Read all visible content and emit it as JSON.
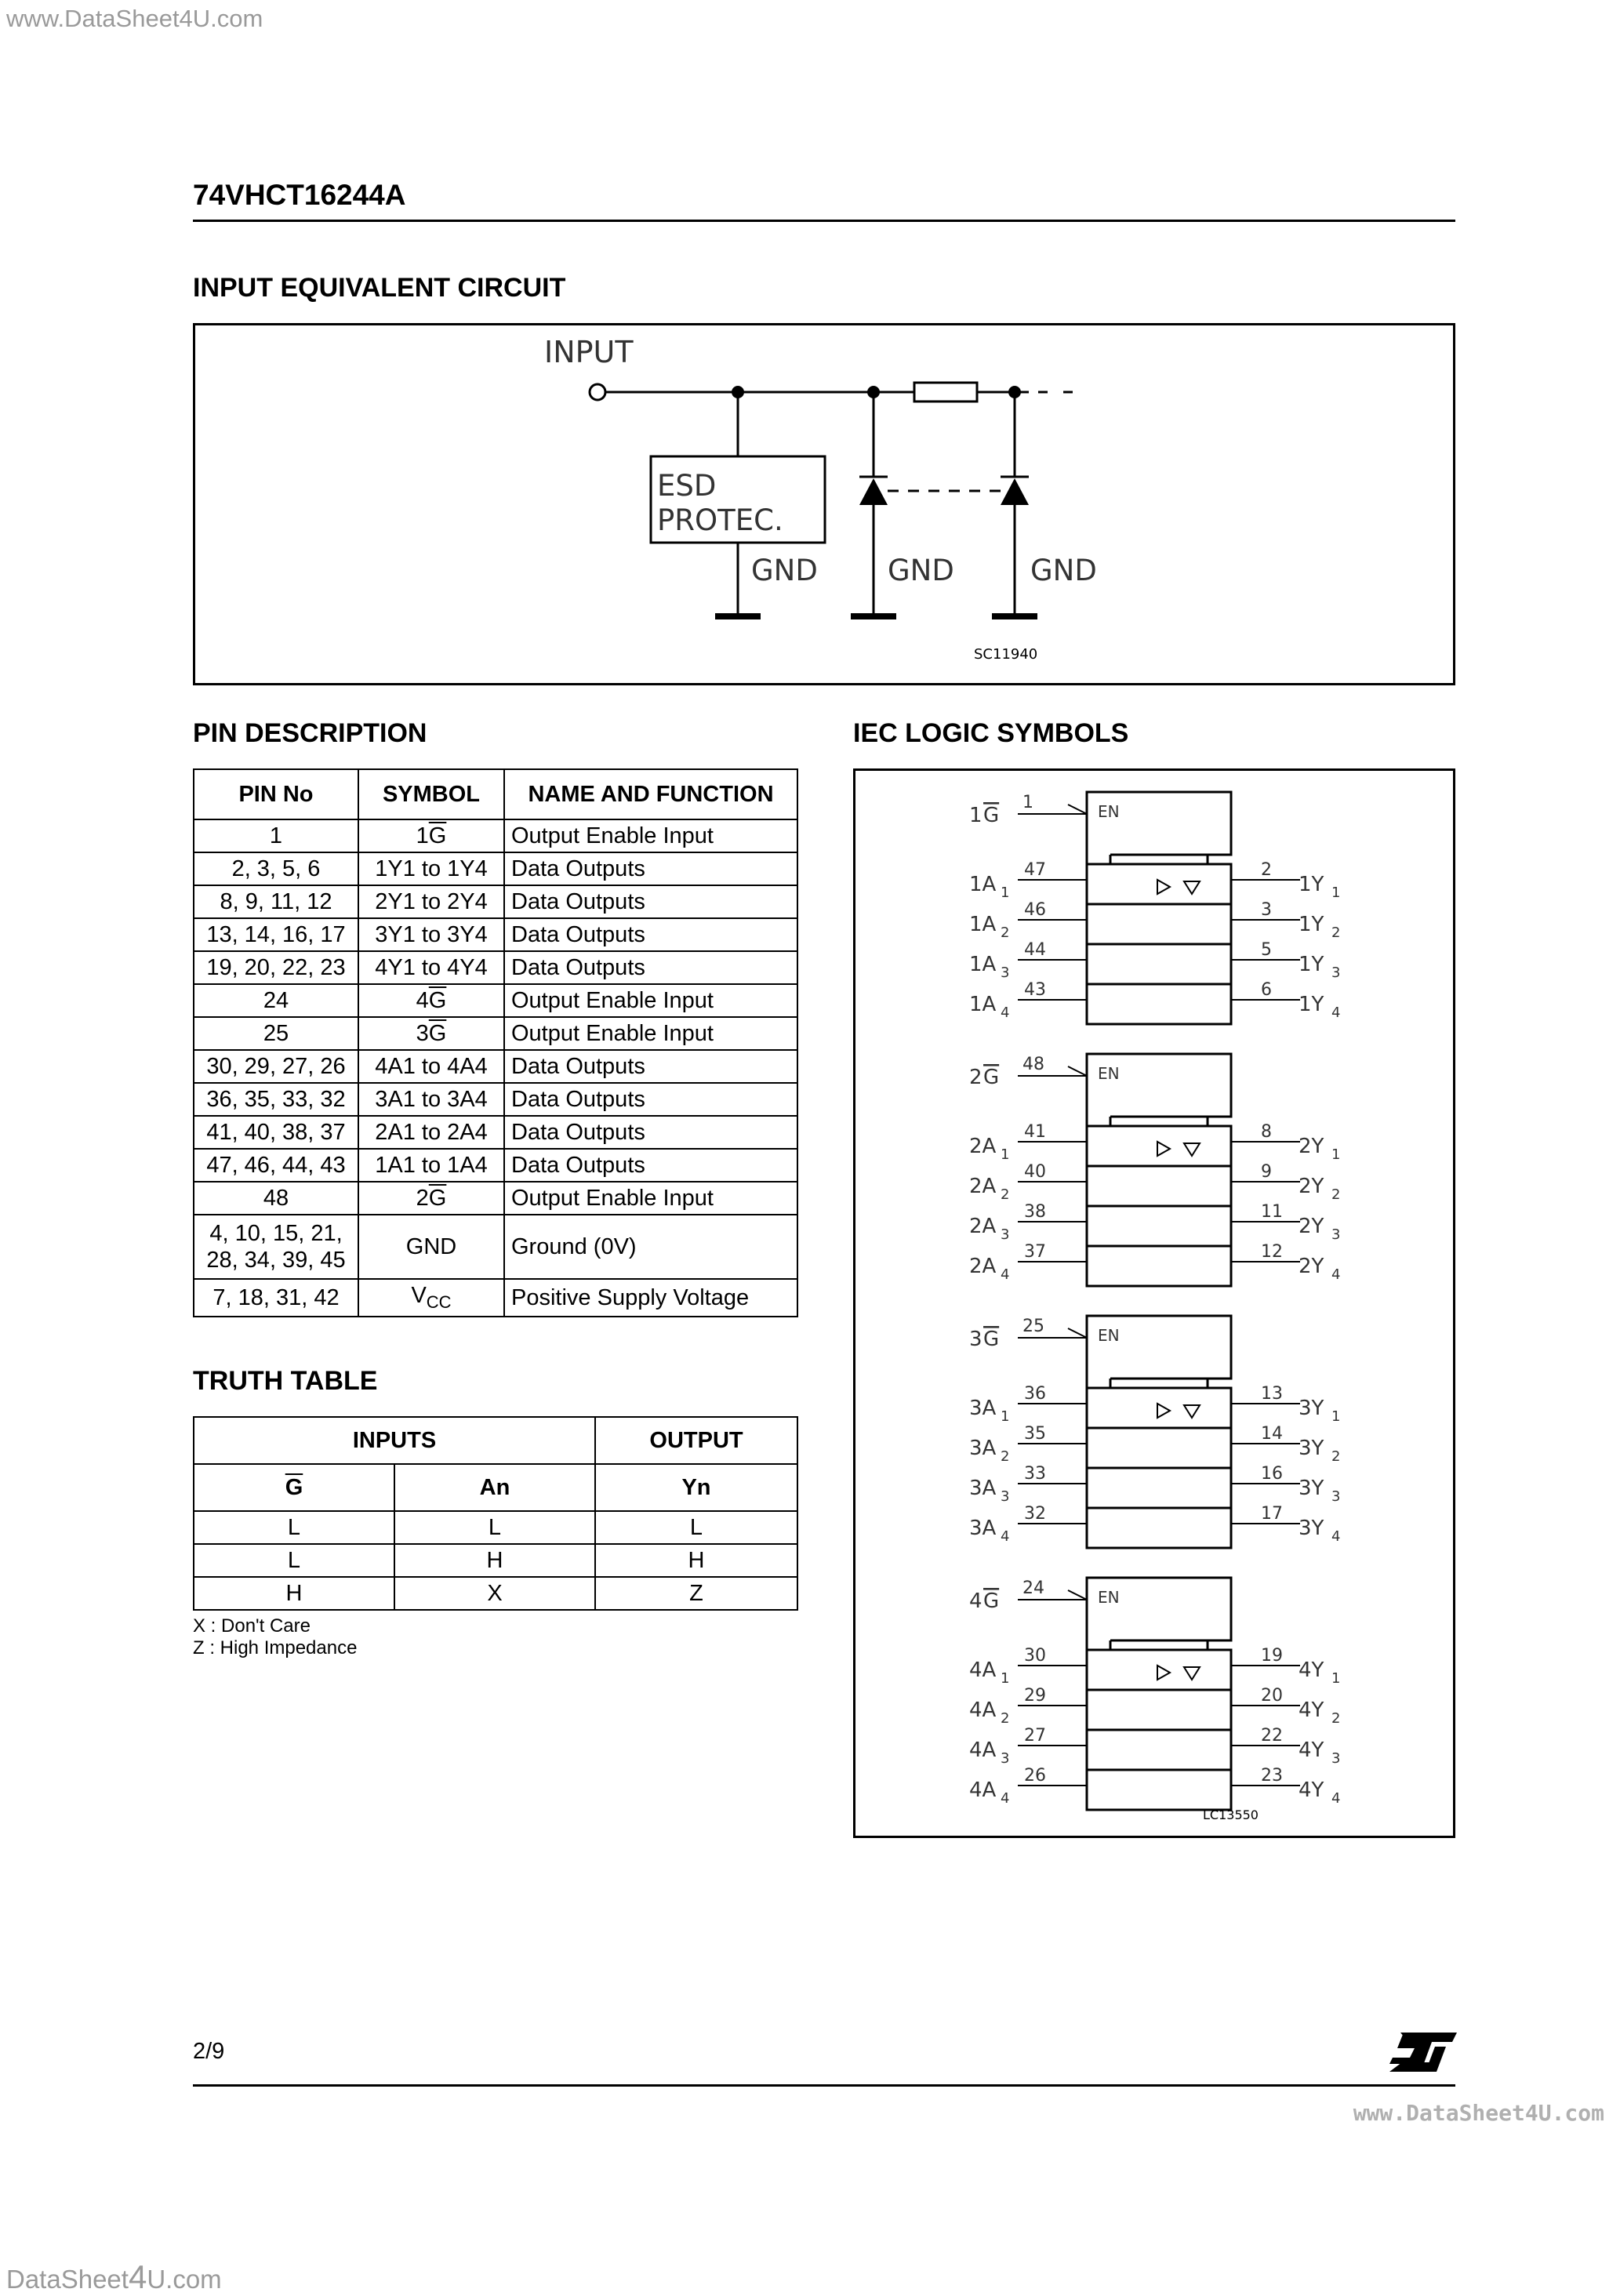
{
  "watermark": {
    "top": "www.DataSheet4U.com",
    "bottom_right": "www.DataSheet4U.com",
    "bottom_left_a": "DataSheet",
    "bottom_left_b": "4",
    "bottom_left_c": "U.com"
  },
  "part_number": "74VHCT16244A",
  "input_circuit": {
    "heading": "INPUT EQUIVALENT CIRCUIT",
    "input_label": "INPUT",
    "esd_line1": "ESD",
    "esd_line2": "PROTEC.",
    "gnd1": "GND",
    "gnd2": "GND",
    "gnd3": "GND",
    "code": "SC11940"
  },
  "pin_description": {
    "heading": "PIN DESCRIPTION",
    "headers": [
      "PIN No",
      "SYMBOL",
      "NAME AND FUNCTION"
    ],
    "rows": [
      {
        "pin": "1",
        "symbol": "1G",
        "function": "Output Enable Input"
      },
      {
        "pin": "2, 3, 5, 6",
        "symbol": "1Y1 to 1Y4",
        "function": "Data Outputs"
      },
      {
        "pin": "8, 9, 11, 12",
        "symbol": "2Y1 to 2Y4",
        "function": "Data Outputs"
      },
      {
        "pin": "13, 14, 16, 17",
        "symbol": "3Y1 to 3Y4",
        "function": "Data Outputs"
      },
      {
        "pin": "19, 20, 22, 23",
        "symbol": "4Y1 to 4Y4",
        "function": "Data Outputs"
      },
      {
        "pin": "24",
        "symbol": "4G",
        "function": "Output Enable Input"
      },
      {
        "pin": "25",
        "symbol": "3G",
        "function": "Output Enable Input"
      },
      {
        "pin": "30, 29, 27, 26",
        "symbol": "4A1 to 4A4",
        "function": "Data Outputs"
      },
      {
        "pin": "36, 35, 33, 32",
        "symbol": "3A1 to 3A4",
        "function": "Data Outputs"
      },
      {
        "pin": "41, 40, 38, 37",
        "symbol": "2A1 to 2A4",
        "function": "Data Outputs"
      },
      {
        "pin": "47, 46, 44, 43",
        "symbol": "1A1 to 1A4",
        "function": "Data Outputs"
      },
      {
        "pin": "48",
        "symbol": "2G",
        "function": "Output Enable Input"
      }
    ],
    "gnd_row": {
      "pin_line1": "4, 10,  15, 21,",
      "pin_line2": "28, 34, 39, 45",
      "symbol": "GND",
      "function": "Ground (0V)"
    },
    "vcc_row": {
      "pin": "7, 18, 31, 42",
      "symbol_main": "V",
      "symbol_sub": "CC",
      "function": "Positive Supply Voltage"
    }
  },
  "truth_table": {
    "heading": "TRUTH TABLE",
    "group_inputs": "INPUTS",
    "group_output": "OUTPUT",
    "col_g": "G",
    "col_an": "An",
    "col_yn": "Yn",
    "rows": [
      {
        "g": "L",
        "an": "L",
        "yn": "L"
      },
      {
        "g": "L",
        "an": "H",
        "yn": "H"
      },
      {
        "g": "H",
        "an": "X",
        "yn": "Z"
      }
    ],
    "note1": "X : Don't Care",
    "note2": "Z : High Impedance"
  },
  "iec": {
    "heading": "IEC LOGIC SYMBOLS",
    "en_label": "EN",
    "code": "LC13550",
    "groups": [
      {
        "g_prefix": "1",
        "g_pin": "1",
        "a_prefix": "1A",
        "y_prefix": "1Y",
        "a_pins": [
          "47",
          "46",
          "44",
          "43"
        ],
        "y_pins": [
          "2",
          "3",
          "5",
          "6"
        ]
      },
      {
        "g_prefix": "2",
        "g_pin": "48",
        "a_prefix": "2A",
        "y_prefix": "2Y",
        "a_pins": [
          "41",
          "40",
          "38",
          "37"
        ],
        "y_pins": [
          "8",
          "9",
          "11",
          "12"
        ]
      },
      {
        "g_prefix": "3",
        "g_pin": "25",
        "a_prefix": "3A",
        "y_prefix": "3Y",
        "a_pins": [
          "36",
          "35",
          "33",
          "32"
        ],
        "y_pins": [
          "13",
          "14",
          "16",
          "17"
        ]
      },
      {
        "g_prefix": "4",
        "g_pin": "24",
        "a_prefix": "4A",
        "y_prefix": "4Y",
        "a_pins": [
          "30",
          "29",
          "27",
          "26"
        ],
        "y_pins": [
          "19",
          "20",
          "22",
          "23"
        ]
      }
    ],
    "subscripts": [
      "1",
      "2",
      "3",
      "4"
    ],
    "g_letter": "G"
  },
  "footer": {
    "page": "2/9",
    "logo_text": "ST"
  }
}
